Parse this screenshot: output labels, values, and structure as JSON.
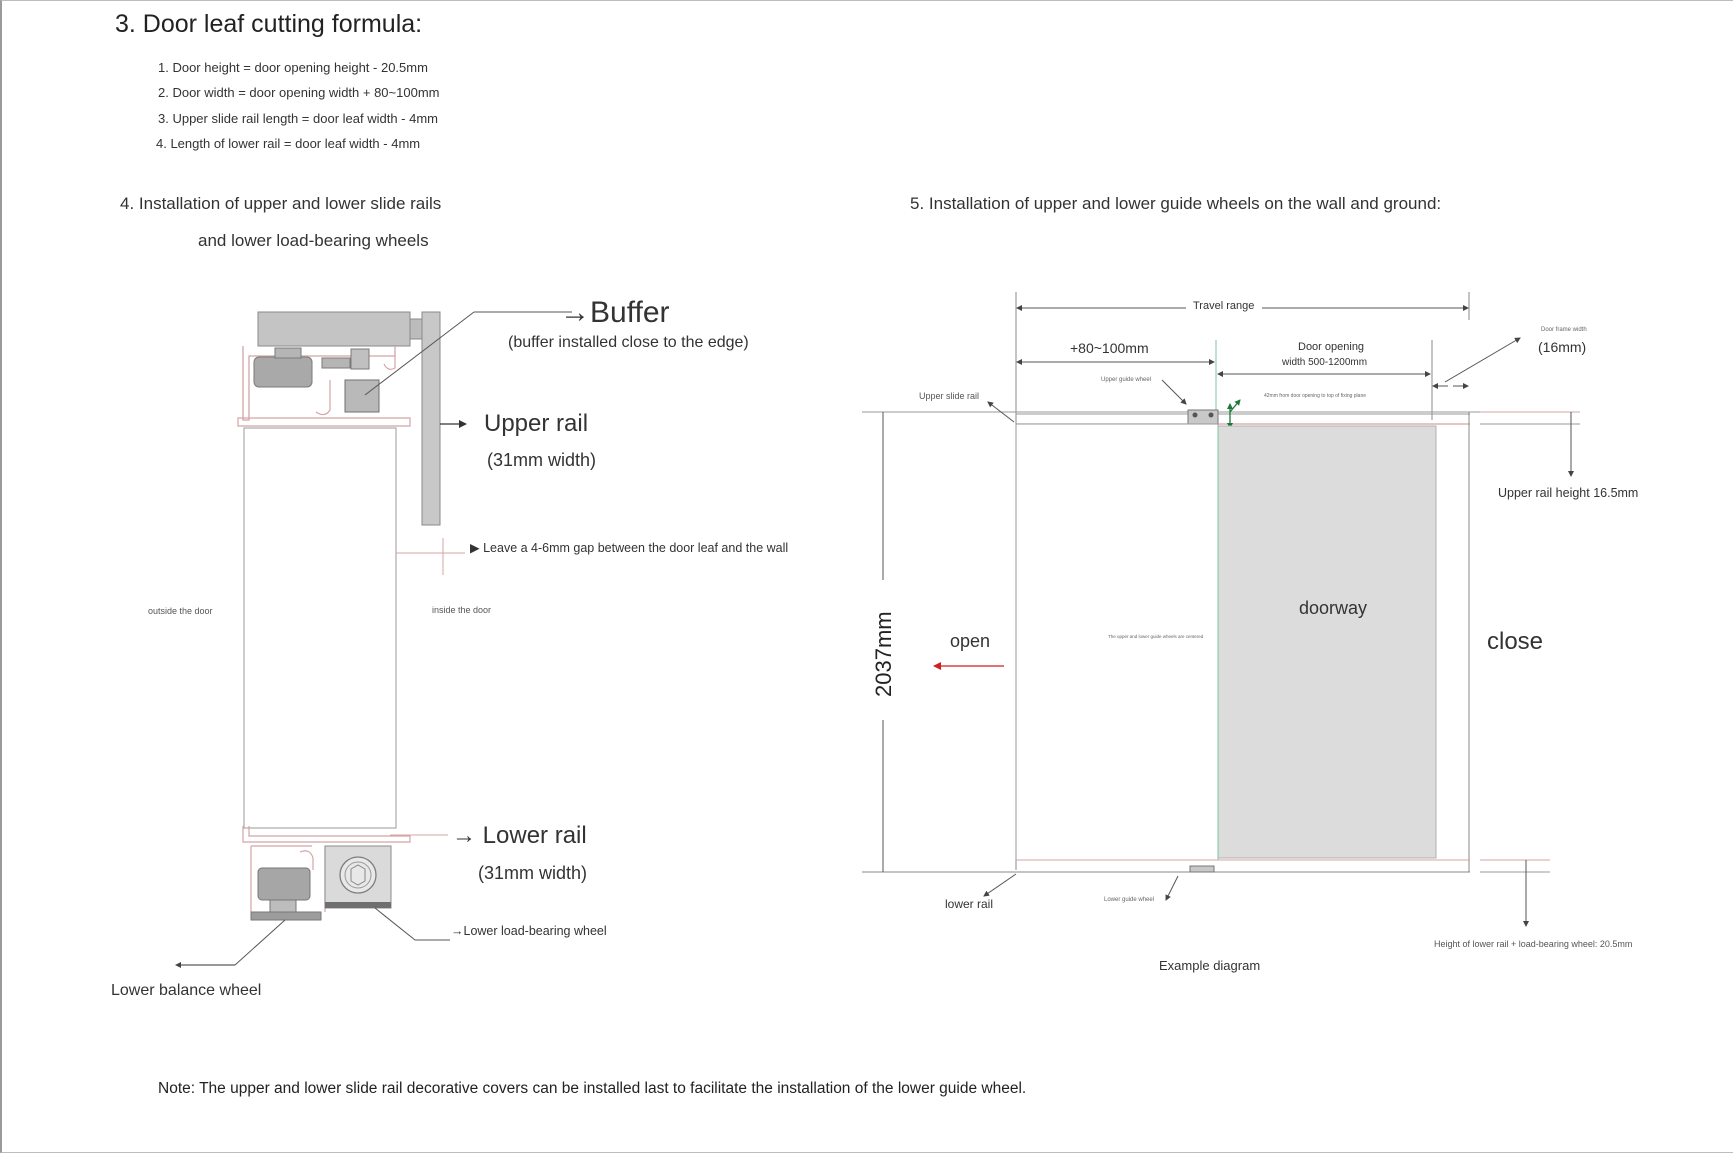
{
  "title": "3. Door leaf cutting formula:",
  "formulas": [
    "1. Door height = door opening height - 20.5mm",
    "2. Door width = door opening width + 80~100mm",
    "3. Upper slide rail length = door leaf width - 4mm",
    "4. Length of lower rail = door leaf width - 4mm"
  ],
  "section4": {
    "line1": "4. Installation of upper and lower slide rails",
    "line2": "and lower load-bearing wheels"
  },
  "left_diagram": {
    "buffer": "→Buffer",
    "buffer_note": "(buffer installed close to the edge)",
    "upper_rail": "Upper rail",
    "upper_rail_width": "(31mm width)",
    "gap_note": "▶ Leave a 4-6mm gap between the door leaf and the wall",
    "outside": "outside the door",
    "inside": "inside the door",
    "lower_rail": "→ Lower rail",
    "lower_rail_width": "(31mm width)",
    "load_wheel": "→Lower load-bearing wheel",
    "balance_wheel": "Lower balance wheel"
  },
  "section5": {
    "title": "5. Installation of upper and lower guide wheels on the wall and ground:"
  },
  "right_diagram": {
    "travel_range": "Travel range",
    "overlap": "+80~100mm",
    "door_opening_line1": "Door opening",
    "door_opening_line2": "width 500-1200mm",
    "frame_width_label": "Door frame width",
    "frame_width_value": "(16mm)",
    "upper_guide_wheel": "Upper guide wheel",
    "guide_offset_note": "42mm from door opening to top of fixing plane",
    "upper_slide_rail": "Upper slide rail",
    "upper_rail_height": "Upper rail height 16.5mm",
    "doorway": "doorway",
    "height": "2037mm",
    "open": "open",
    "close": "close",
    "center_note": "The upper and lower guide wheels are centered",
    "lower_rail": "lower rail",
    "lower_guide_wheel": "Lower guide wheel",
    "lower_height_note": "Height of lower rail + load-bearing wheel: 20.5mm",
    "example": "Example diagram"
  },
  "note": "Note: The upper and lower slide rail decorative covers can be installed last to facilitate the installation of the lower guide wheel."
}
